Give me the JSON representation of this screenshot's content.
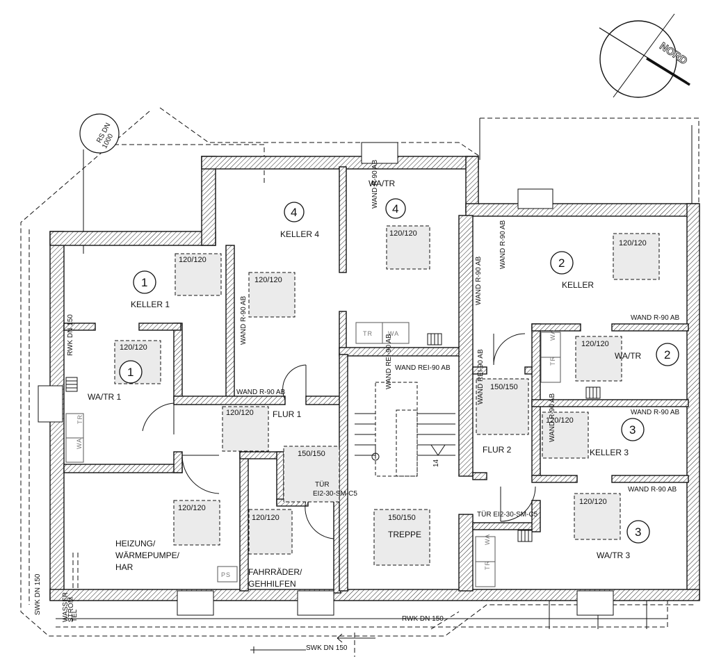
{
  "compass": {
    "label": "NORD"
  },
  "rooms": {
    "keller1": {
      "num": "1",
      "name": "KELLER 1"
    },
    "watr1": {
      "num": "1",
      "name": "WA/TR 1"
    },
    "keller4": {
      "num": "4",
      "name": "KELLER 4"
    },
    "watr4": {
      "num": "4",
      "name": "WA/TR"
    },
    "keller2": {
      "num": "2",
      "name": "KELLER"
    },
    "watr2": {
      "num": "2",
      "name": "WA/TR"
    },
    "keller3": {
      "num": "3",
      "name": "KELLER 3"
    },
    "watr3": {
      "num": "3",
      "name": "WA/TR 3"
    },
    "flur1": "FLUR 1",
    "flur2": "FLUR 2",
    "treppe": "TREPPE",
    "heizung": [
      "HEIZUNG/",
      "WÄRMEPUMPE/",
      "HAR"
    ],
    "fahrraeder": [
      "FAHRRÄDER/",
      "GEHHILFEN"
    ]
  },
  "shafts": {
    "s120": "120/120",
    "s150": "150/150"
  },
  "walls": {
    "r90": "WAND R-90 AB",
    "rei90": "WAND REI-90 AB"
  },
  "doors": {
    "tuer": "TÜR",
    "ei2": "EI2-30-SM-C5",
    "tuer_full": "TÜR EI2-30-SM-C5"
  },
  "fixtures": {
    "tr": "TR",
    "wa": "WA",
    "ps": "PS"
  },
  "pipes": {
    "rwk": "RWK DN 150",
    "swk": "SWK DN 150",
    "rs": [
      "RS DN",
      "1000"
    ],
    "supply": [
      "WASSER",
      "STROM",
      "TEL"
    ]
  },
  "stairs": {
    "steps": "14"
  }
}
